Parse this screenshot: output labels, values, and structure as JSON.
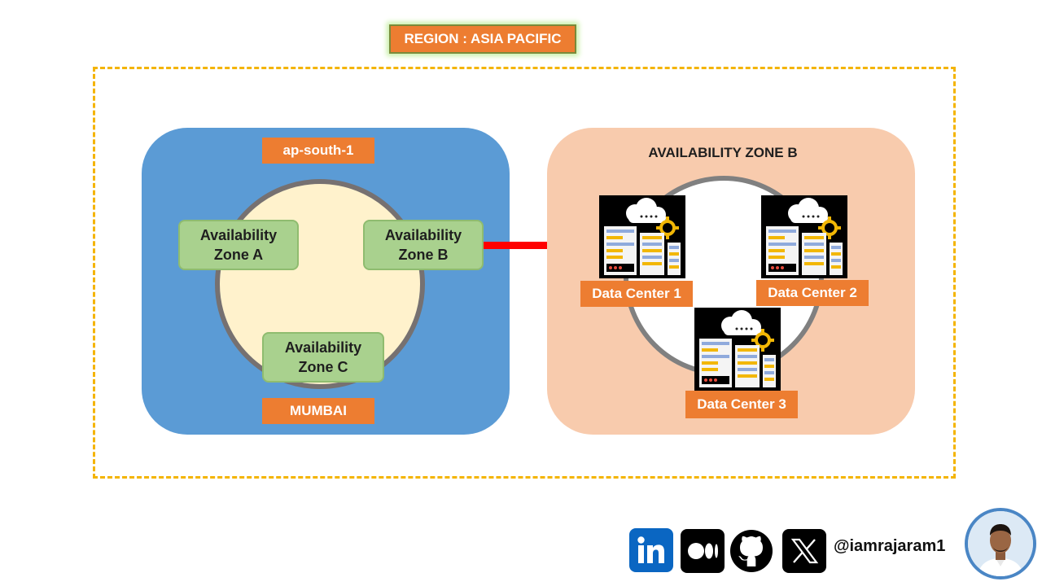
{
  "region": {
    "title": "REGION : ASIA PACIFIC"
  },
  "region_panel": {
    "code": "ap-south-1",
    "city": "MUMBAI",
    "zones": [
      {
        "line1": "Availability",
        "line2": "Zone A"
      },
      {
        "line1": "Availability",
        "line2": "Zone B"
      },
      {
        "line1": "Availability",
        "line2": "Zone C"
      }
    ]
  },
  "zone_panel": {
    "title": "AVAILABILITY ZONE B",
    "data_centers": [
      {
        "label": "Data Center 1"
      },
      {
        "label": "Data Center 2"
      },
      {
        "label": "Data Center 3"
      }
    ]
  },
  "footer": {
    "icons": [
      "linkedin-icon",
      "medium-icon",
      "github-icon",
      "x-icon"
    ],
    "handle": "@iamrajaram1"
  },
  "colors": {
    "orange": "#ED7D31",
    "region_border": "#F4B400",
    "left_panel": "#5B9BD5",
    "right_panel": "#F8CBAD",
    "zone_box": "#A9D18E",
    "connector": "#FF0000"
  }
}
